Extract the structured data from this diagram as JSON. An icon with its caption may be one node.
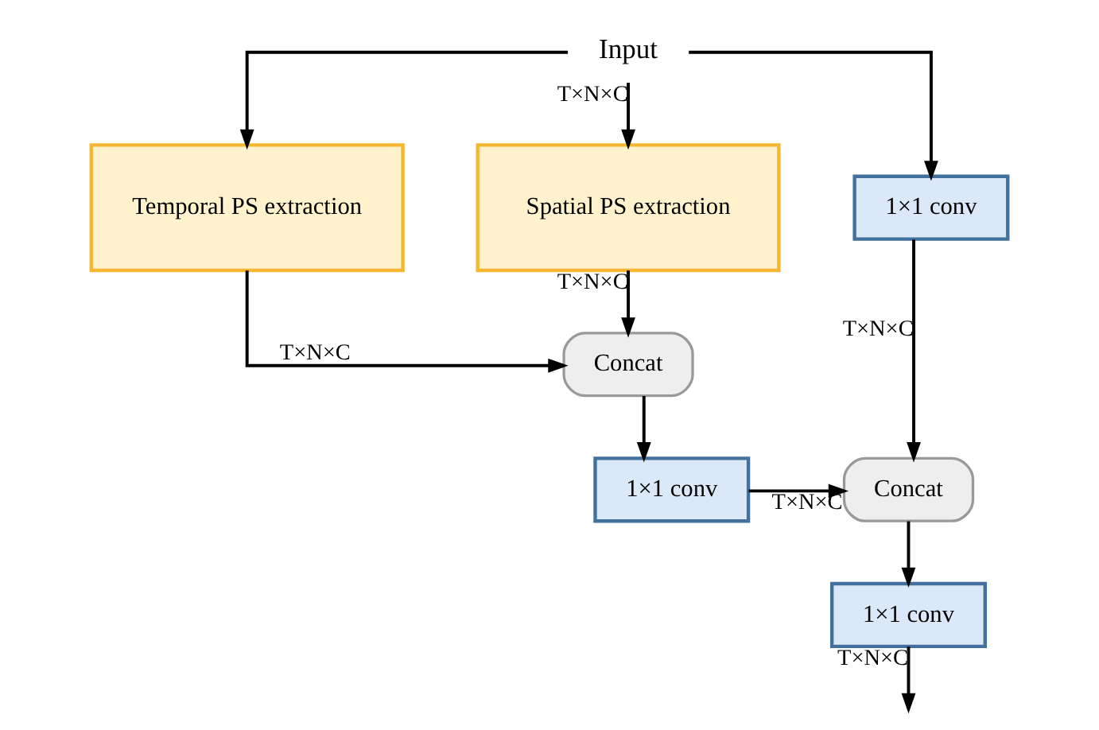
{
  "diagram": {
    "nodes": [
      {
        "text": [
          "Input"
        ]
      },
      {
        "text": [
          "Temporal PS extraction"
        ]
      },
      {
        "text": [
          "Spatial PS extraction"
        ]
      },
      {
        "text": [
          "1×1 conv"
        ]
      },
      {
        "text": [
          "Concat"
        ]
      },
      {
        "text": [
          "1×1 conv"
        ]
      },
      {
        "text": [
          "Concat"
        ]
      },
      {
        "text": [
          "1×1 conv"
        ]
      }
    ],
    "edges": [
      {
        "from": 0,
        "to": 1,
        "arrow": "to"
      },
      {
        "from": 0,
        "to": 2,
        "arrow": "to",
        "label": "T×N×C"
      },
      {
        "from": 0,
        "to": 3,
        "arrow": "to"
      },
      {
        "from": 1,
        "to": 4,
        "arrow": "to",
        "label": "T×N×C"
      },
      {
        "from": 2,
        "to": 4,
        "arrow": "to",
        "label": "T×N×C"
      },
      {
        "from": 4,
        "to": 5,
        "arrow": "to"
      },
      {
        "from": 5,
        "to": 6,
        "arrow": "to",
        "label": "T×N×C"
      },
      {
        "from": 3,
        "to": 6,
        "arrow": "to",
        "label": "T×N×C"
      },
      {
        "from": 6,
        "to": 7,
        "arrow": "to"
      },
      {
        "from": 7,
        "to": null,
        "arrow": "to",
        "label": "T×N×C"
      }
    ]
  }
}
